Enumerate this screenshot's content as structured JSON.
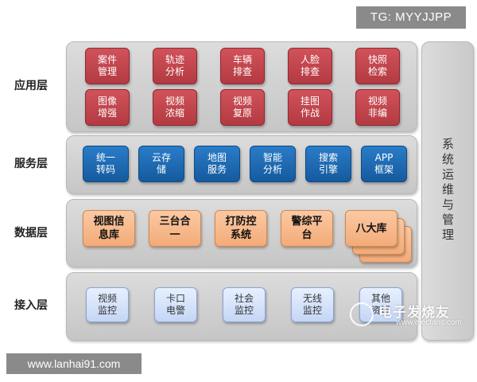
{
  "header": {
    "tg": "TG: MYYJJPP"
  },
  "layers": {
    "application": {
      "label": "应用层",
      "items": [
        "案件\n管理",
        "轨迹\n分析",
        "车辆\n排查",
        "人脸\n排查",
        "快照\n检索",
        "图像\n增强",
        "视频\n浓缩",
        "视频\n复原",
        "挂图\n作战",
        "视频\n非编"
      ]
    },
    "service": {
      "label": "服务层",
      "items": [
        "统一\n转码",
        "云存\n储",
        "地图\n服务",
        "智能\n分析",
        "搜索\n引擎",
        "APP\n框架"
      ]
    },
    "data": {
      "label": "数据层",
      "items": [
        "视图信\n息库",
        "三台合\n一",
        "打防控\n系统",
        "警综平\n台",
        "八大库"
      ]
    },
    "access": {
      "label": "接入层",
      "items": [
        "视频\n监控",
        "卡口\n电警",
        "社会\n监控",
        "无线\n监控",
        "其他\n资源"
      ]
    }
  },
  "side_panel": {
    "label": "系统运维与管理"
  },
  "footer": {
    "url": "www.lanhai91.com"
  },
  "watermark": {
    "brand": "电子发烧友",
    "url": "www.elecfans.com"
  },
  "colors": {
    "app": "#c0464e",
    "service": "#1f6db8",
    "data": "#f7b98b",
    "access": "#d3e1fa",
    "band": "#d0d0d0"
  }
}
